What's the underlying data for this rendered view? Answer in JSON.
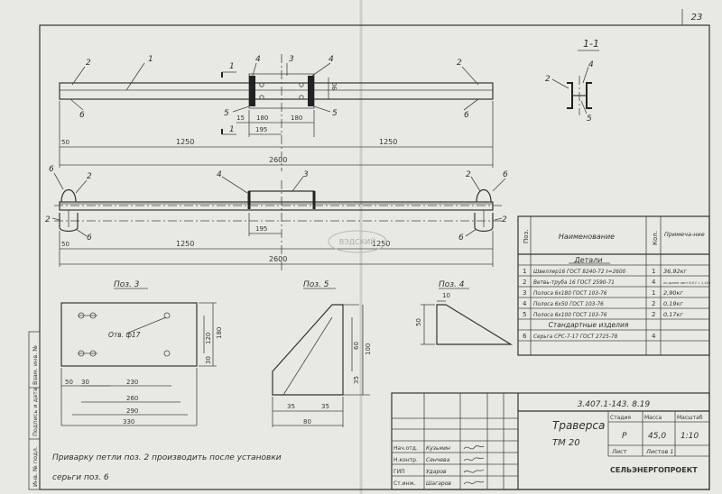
{
  "page_number": "23",
  "section_label": "1-1",
  "view_labels": {
    "poz3": "Поз. 3",
    "poz5": "Поз. 5",
    "poz4": "Поз. 4"
  },
  "top_view": {
    "callouts": [
      "1",
      "2",
      "2",
      "3",
      "4",
      "4",
      "5",
      "5",
      "6",
      "6",
      "1",
      "1"
    ],
    "dims": {
      "d50": "50",
      "d1250a": "1250",
      "d1250b": "1250",
      "d2600": "2600",
      "d15": "15",
      "d180a": "180",
      "d180b": "180",
      "d195": "195",
      "d90": "90"
    }
  },
  "front_view": {
    "callouts": [
      "6",
      "2",
      "3",
      "4",
      "2",
      "6",
      "2",
      "6",
      "2",
      "6"
    ],
    "dims": {
      "d50": "50",
      "d1250a": "1250",
      "d1250b": "1250",
      "d2600": "2600",
      "d195": "195"
    }
  },
  "section_view": {
    "callouts": [
      "2",
      "4",
      "5"
    ]
  },
  "poz3": {
    "hole_note": "Отв. ф17",
    "dims": {
      "d50": "50",
      "d30": "30",
      "d230": "230",
      "d260": "260",
      "d290": "290",
      "d330": "330",
      "d180": "180",
      "d120": "120",
      "d30v": "30"
    }
  },
  "poz5": {
    "dims": {
      "d80": "80",
      "d35a": "35",
      "d35b": "35",
      "d100": "100",
      "d60": "60",
      "d35c": "35"
    }
  },
  "poz4": {
    "dims": {
      "d10": "10",
      "d50": "50"
    }
  },
  "spec_table": {
    "headers": {
      "pos": "Поз.",
      "name": "Наименование",
      "qty": "Кол.",
      "note": "Примеча-ние"
    },
    "section_details": "Детали",
    "section_standard": "Стандартные изделия",
    "rows": [
      {
        "pos": "1",
        "name": "Швеллер16 ГОСТ 8240-72 ℓ=2600",
        "qty": "1",
        "note": "36,92кг"
      },
      {
        "pos": "2",
        "name": "Ветвь-труба 16 ГОСТ 2590-71",
        "qty": "4",
        "note": "по длине лист 6,0 ℓ = 1,458"
      },
      {
        "pos": "3",
        "name": "Полоса 6х180 ГОСТ 103-76",
        "qty": "1",
        "note": "2,90кг"
      },
      {
        "pos": "4",
        "name": "Полоса 6х50 ГОСТ 103-76",
        "qty": "2",
        "note": "0,19кг"
      },
      {
        "pos": "5",
        "name": "Полоса 6х100 ГОСТ 103-76",
        "qty": "2",
        "note": "0,17кг"
      },
      {
        "pos": "6",
        "name": "Серьга СРС-7-17 ГОСТ 2725-78",
        "qty": "4",
        "note": ""
      }
    ]
  },
  "weld_note_line1": "Приварку петли поз. 2 производить после установки",
  "weld_note_line2": "серьги поз. 6",
  "title_block": {
    "code": "3.407.1-143. 8.19",
    "title": "Траверса",
    "subtitle": "ТМ 20",
    "col_headers": {
      "stage": "Стадия",
      "mass": "Масса",
      "scale": "Масштаб"
    },
    "stage": "Р",
    "mass": "45,0",
    "scale": "1:10",
    "sheet_label": "Лист",
    "sheets_label": "Листов 1",
    "org": "СЕЛЬЭНЕРГОПРОЕКТ",
    "people": [
      {
        "role": "Нач.отд.",
        "name": "Кузьмин"
      },
      {
        "role": "Н.контр.",
        "name": "Сенчева"
      },
      {
        "role": "ГИП",
        "name": "Ударов"
      },
      {
        "role": "Ст.инж.",
        "name": "Шагаров"
      }
    ]
  },
  "side_stamp": [
    "Инв. № подл.",
    "Подпись и дата",
    "Взам. инв. №"
  ],
  "watermark": "ВЭДСКИЙ"
}
